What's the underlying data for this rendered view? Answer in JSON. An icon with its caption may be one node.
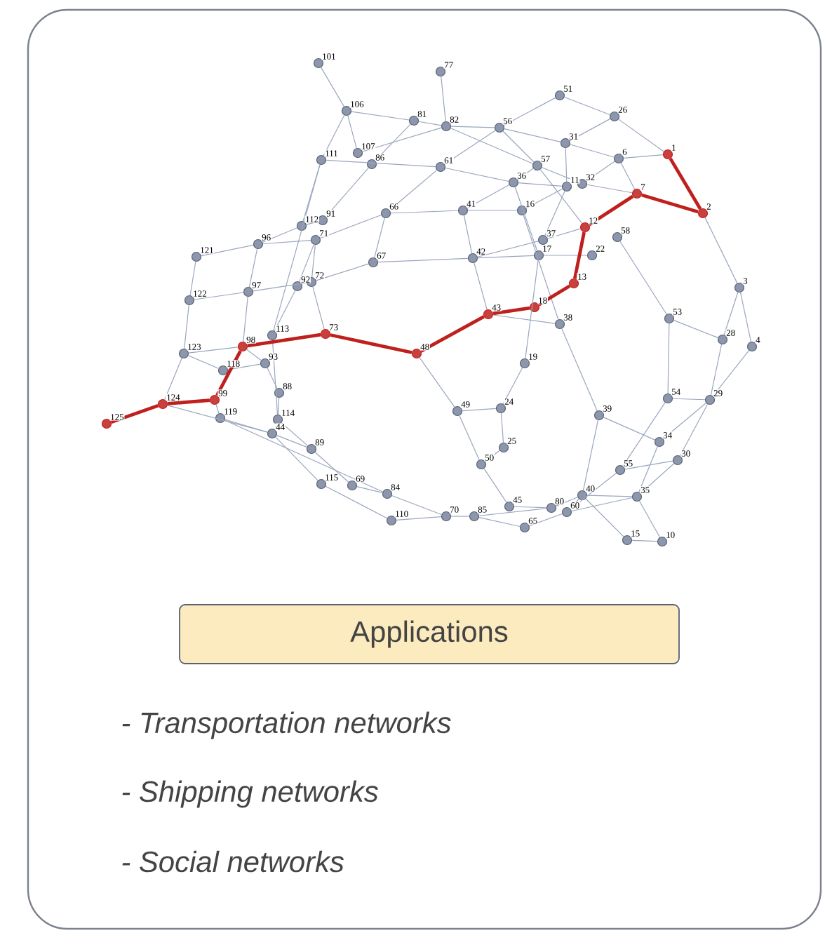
{
  "diagram": {
    "nodes": [
      {
        "text": [],
        "shape": "circle",
        "beside": [
          "1"
        ]
      },
      {
        "text": [],
        "shape": "circle",
        "beside": [
          "2"
        ]
      },
      {
        "text": [],
        "shape": "circle",
        "beside": [
          "3"
        ]
      },
      {
        "text": [],
        "shape": "circle",
        "beside": [
          "4"
        ]
      },
      {
        "text": [],
        "shape": "circle",
        "beside": [
          "6"
        ]
      },
      {
        "text": [],
        "shape": "circle",
        "beside": [
          "7"
        ]
      },
      {
        "text": [],
        "shape": "circle",
        "beside": [
          "10"
        ]
      },
      {
        "text": [],
        "shape": "circle",
        "beside": [
          "11"
        ]
      },
      {
        "text": [],
        "shape": "circle",
        "beside": [
          "12"
        ]
      },
      {
        "text": [],
        "shape": "circle",
        "beside": [
          "13"
        ]
      },
      {
        "text": [],
        "shape": "circle",
        "beside": [
          "15"
        ]
      },
      {
        "text": [],
        "shape": "circle",
        "beside": [
          "16"
        ]
      },
      {
        "text": [],
        "shape": "circle",
        "beside": [
          "17"
        ]
      },
      {
        "text": [],
        "shape": "circle",
        "beside": [
          "18"
        ]
      },
      {
        "text": [],
        "shape": "circle",
        "beside": [
          "19"
        ]
      },
      {
        "text": [],
        "shape": "circle",
        "beside": [
          "22"
        ]
      },
      {
        "text": [],
        "shape": "circle",
        "beside": [
          "24"
        ]
      },
      {
        "text": [],
        "shape": "circle",
        "beside": [
          "25"
        ]
      },
      {
        "text": [],
        "shape": "circle",
        "beside": [
          "26"
        ]
      },
      {
        "text": [],
        "shape": "circle",
        "beside": [
          "28"
        ]
      },
      {
        "text": [],
        "shape": "circle",
        "beside": [
          "29"
        ]
      },
      {
        "text": [],
        "shape": "circle",
        "beside": [
          "30"
        ]
      },
      {
        "text": [],
        "shape": "circle",
        "beside": [
          "31"
        ]
      },
      {
        "text": [],
        "shape": "circle",
        "beside": [
          "32"
        ]
      },
      {
        "text": [],
        "shape": "circle",
        "beside": [
          "34"
        ]
      },
      {
        "text": [],
        "shape": "circle",
        "beside": [
          "35"
        ]
      },
      {
        "text": [],
        "shape": "circle",
        "beside": [
          "36"
        ]
      },
      {
        "text": [],
        "shape": "circle",
        "beside": [
          "37"
        ]
      },
      {
        "text": [],
        "shape": "circle",
        "beside": [
          "38"
        ]
      },
      {
        "text": [],
        "shape": "circle",
        "beside": [
          "39"
        ]
      },
      {
        "text": [],
        "shape": "circle",
        "beside": [
          "40"
        ]
      },
      {
        "text": [],
        "shape": "circle",
        "beside": [
          "41"
        ]
      },
      {
        "text": [],
        "shape": "circle",
        "beside": [
          "42"
        ]
      },
      {
        "text": [],
        "shape": "circle",
        "beside": [
          "43"
        ]
      },
      {
        "text": [],
        "shape": "circle",
        "beside": [
          "44"
        ]
      },
      {
        "text": [],
        "shape": "circle",
        "beside": [
          "45"
        ]
      },
      {
        "text": [],
        "shape": "circle",
        "beside": [
          "48"
        ]
      },
      {
        "text": [],
        "shape": "circle",
        "beside": [
          "49"
        ]
      },
      {
        "text": [],
        "shape": "circle",
        "beside": [
          "50"
        ]
      },
      {
        "text": [],
        "shape": "circle",
        "beside": [
          "51"
        ]
      },
      {
        "text": [],
        "shape": "circle",
        "beside": [
          "53"
        ]
      },
      {
        "text": [],
        "shape": "circle",
        "beside": [
          "54"
        ]
      },
      {
        "text": [],
        "shape": "circle",
        "beside": [
          "55"
        ]
      },
      {
        "text": [],
        "shape": "circle",
        "beside": [
          "56"
        ]
      },
      {
        "text": [],
        "shape": "circle",
        "beside": [
          "57"
        ]
      },
      {
        "text": [],
        "shape": "circle",
        "beside": [
          "58"
        ]
      },
      {
        "text": [],
        "shape": "circle",
        "beside": [
          "60"
        ]
      },
      {
        "text": [],
        "shape": "circle",
        "beside": [
          "61"
        ]
      },
      {
        "text": [],
        "shape": "circle",
        "beside": [
          "65"
        ]
      },
      {
        "text": [],
        "shape": "circle",
        "beside": [
          "66"
        ]
      },
      {
        "text": [],
        "shape": "circle",
        "beside": [
          "67"
        ]
      },
      {
        "text": [],
        "shape": "circle",
        "beside": [
          "69"
        ]
      },
      {
        "text": [],
        "shape": "circle",
        "beside": [
          "70"
        ]
      },
      {
        "text": [],
        "shape": "circle",
        "beside": [
          "71"
        ]
      },
      {
        "text": [],
        "shape": "circle",
        "beside": [
          "72"
        ]
      },
      {
        "text": [],
        "shape": "circle",
        "beside": [
          "73"
        ]
      },
      {
        "text": [],
        "shape": "circle",
        "beside": [
          "77"
        ]
      },
      {
        "text": [],
        "shape": "circle",
        "beside": [
          "80"
        ]
      },
      {
        "text": [],
        "shape": "circle",
        "beside": [
          "81"
        ]
      },
      {
        "text": [],
        "shape": "circle",
        "beside": [
          "82"
        ]
      },
      {
        "text": [],
        "shape": "circle",
        "beside": [
          "84"
        ]
      },
      {
        "text": [],
        "shape": "circle",
        "beside": [
          "85"
        ]
      },
      {
        "text": [],
        "shape": "circle",
        "beside": [
          "86"
        ]
      },
      {
        "text": [],
        "shape": "circle",
        "beside": [
          "88"
        ]
      },
      {
        "text": [],
        "shape": "circle",
        "beside": [
          "89"
        ]
      },
      {
        "text": [],
        "shape": "circle",
        "beside": [
          "91"
        ]
      },
      {
        "text": [],
        "shape": "circle",
        "beside": [
          "92"
        ]
      },
      {
        "text": [],
        "shape": "circle",
        "beside": [
          "93"
        ]
      },
      {
        "text": [],
        "shape": "circle",
        "beside": [
          "96"
        ]
      },
      {
        "text": [],
        "shape": "circle",
        "beside": [
          "97"
        ]
      },
      {
        "text": [],
        "shape": "circle",
        "beside": [
          "98"
        ]
      },
      {
        "text": [],
        "shape": "circle",
        "beside": [
          "99"
        ]
      },
      {
        "text": [],
        "shape": "circle",
        "beside": [
          "101"
        ]
      },
      {
        "text": [],
        "shape": "circle",
        "beside": [
          "106"
        ]
      },
      {
        "text": [],
        "shape": "circle",
        "beside": [
          "107"
        ]
      },
      {
        "text": [],
        "shape": "circle",
        "beside": [
          "110"
        ]
      },
      {
        "text": [],
        "shape": "circle",
        "beside": [
          "111"
        ]
      },
      {
        "text": [],
        "shape": "circle",
        "beside": [
          "112"
        ]
      },
      {
        "text": [],
        "shape": "circle",
        "beside": [
          "113"
        ]
      },
      {
        "text": [],
        "shape": "circle",
        "beside": [
          "114"
        ]
      },
      {
        "text": [],
        "shape": "circle",
        "beside": [
          "115"
        ]
      },
      {
        "text": [],
        "shape": "circle",
        "beside": [
          "118"
        ]
      },
      {
        "text": [],
        "shape": "circle",
        "beside": [
          "119"
        ]
      },
      {
        "text": [],
        "shape": "circle",
        "beside": [
          "121"
        ]
      },
      {
        "text": [],
        "shape": "circle",
        "beside": [
          "122"
        ]
      },
      {
        "text": [],
        "shape": "circle",
        "beside": [
          "123"
        ]
      },
      {
        "text": [],
        "shape": "circle",
        "beside": [
          "124"
        ]
      },
      {
        "text": [],
        "shape": "circle",
        "beside": [
          "125"
        ]
      },
      {
        "text": [
          "Applications"
        ]
      }
    ],
    "edges": [
      {
        "from": 87,
        "to": 86,
        "arrow": "none",
        "style": "thick",
        "color": "#c0201d"
      },
      {
        "from": 86,
        "to": 71,
        "arrow": "none",
        "style": "thick",
        "color": "#c0201d"
      },
      {
        "from": 71,
        "to": 70,
        "arrow": "none",
        "style": "thick",
        "color": "#c0201d"
      },
      {
        "from": 70,
        "to": 55,
        "arrow": "none",
        "style": "thick",
        "color": "#c0201d"
      },
      {
        "from": 55,
        "to": 36,
        "arrow": "none",
        "style": "thick",
        "color": "#c0201d"
      },
      {
        "from": 36,
        "to": 33,
        "arrow": "none",
        "style": "thick",
        "color": "#c0201d"
      },
      {
        "from": 33,
        "to": 13,
        "arrow": "none",
        "style": "thick",
        "color": "#c0201d"
      },
      {
        "from": 13,
        "to": 9,
        "arrow": "none",
        "style": "thick",
        "color": "#c0201d"
      },
      {
        "from": 9,
        "to": 8,
        "arrow": "none",
        "style": "thick",
        "color": "#c0201d"
      },
      {
        "from": 8,
        "to": 5,
        "arrow": "none",
        "style": "thick",
        "color": "#c0201d"
      },
      {
        "from": 5,
        "to": 1,
        "arrow": "none",
        "style": "thick",
        "color": "#c0201d"
      },
      {
        "from": 1,
        "to": 0,
        "arrow": "none",
        "style": "thick",
        "color": "#c0201d"
      },
      {
        "from": 72,
        "to": 73,
        "arrow": "none"
      },
      {
        "from": 73,
        "to": 58,
        "arrow": "none"
      },
      {
        "from": 73,
        "to": 76,
        "arrow": "none"
      },
      {
        "from": 73,
        "to": 74,
        "arrow": "none"
      },
      {
        "from": 58,
        "to": 59,
        "arrow": "none"
      },
      {
        "from": 59,
        "to": 56,
        "arrow": "none"
      },
      {
        "from": 59,
        "to": 43,
        "arrow": "none"
      },
      {
        "from": 59,
        "to": 44,
        "arrow": "none"
      },
      {
        "from": 58,
        "to": 62,
        "arrow": "none"
      },
      {
        "from": 74,
        "to": 59,
        "arrow": "none"
      },
      {
        "from": 76,
        "to": 47,
        "arrow": "none"
      },
      {
        "from": 62,
        "to": 65,
        "arrow": "none"
      },
      {
        "from": 76,
        "to": 77,
        "arrow": "none"
      },
      {
        "from": 76,
        "to": 78,
        "arrow": "none"
      },
      {
        "from": 43,
        "to": 39,
        "arrow": "none"
      },
      {
        "from": 39,
        "to": 18,
        "arrow": "none"
      },
      {
        "from": 18,
        "to": 0,
        "arrow": "none"
      },
      {
        "from": 18,
        "to": 22,
        "arrow": "none"
      },
      {
        "from": 43,
        "to": 47,
        "arrow": "none"
      },
      {
        "from": 47,
        "to": 49,
        "arrow": "none"
      },
      {
        "from": 43,
        "to": 22,
        "arrow": "none"
      },
      {
        "from": 22,
        "to": 4,
        "arrow": "none"
      },
      {
        "from": 4,
        "to": 0,
        "arrow": "none"
      },
      {
        "from": 4,
        "to": 5,
        "arrow": "none"
      },
      {
        "from": 4,
        "to": 23,
        "arrow": "none"
      },
      {
        "from": 22,
        "to": 7,
        "arrow": "none"
      },
      {
        "from": 44,
        "to": 26,
        "arrow": "none"
      },
      {
        "from": 43,
        "to": 44,
        "arrow": "none"
      },
      {
        "from": 44,
        "to": 23,
        "arrow": "none"
      },
      {
        "from": 23,
        "to": 5,
        "arrow": "none"
      },
      {
        "from": 44,
        "to": 8,
        "arrow": "none"
      },
      {
        "from": 26,
        "to": 31,
        "arrow": "none"
      },
      {
        "from": 26,
        "to": 7,
        "arrow": "none"
      },
      {
        "from": 26,
        "to": 12,
        "arrow": "none"
      },
      {
        "from": 31,
        "to": 11,
        "arrow": "none"
      },
      {
        "from": 11,
        "to": 7,
        "arrow": "none"
      },
      {
        "from": 7,
        "to": 27,
        "arrow": "none"
      },
      {
        "from": 27,
        "to": 32,
        "arrow": "none"
      },
      {
        "from": 32,
        "to": 12,
        "arrow": "none"
      },
      {
        "from": 12,
        "to": 15,
        "arrow": "none"
      },
      {
        "from": 31,
        "to": 32,
        "arrow": "none"
      },
      {
        "from": 32,
        "to": 33,
        "arrow": "none"
      },
      {
        "from": 12,
        "to": 14,
        "arrow": "none"
      },
      {
        "from": 11,
        "to": 28,
        "arrow": "none"
      },
      {
        "from": 45,
        "to": 40,
        "arrow": "none"
      },
      {
        "from": 40,
        "to": 19,
        "arrow": "none"
      },
      {
        "from": 40,
        "to": 41,
        "arrow": "none"
      },
      {
        "from": 2,
        "to": 1,
        "arrow": "none"
      },
      {
        "from": 2,
        "to": 19,
        "arrow": "none"
      },
      {
        "from": 2,
        "to": 3,
        "arrow": "none"
      },
      {
        "from": 3,
        "to": 20,
        "arrow": "none"
      },
      {
        "from": 19,
        "to": 20,
        "arrow": "none"
      },
      {
        "from": 20,
        "to": 41,
        "arrow": "none"
      },
      {
        "from": 20,
        "to": 24,
        "arrow": "none"
      },
      {
        "from": 20,
        "to": 21,
        "arrow": "none"
      },
      {
        "from": 41,
        "to": 42,
        "arrow": "none"
      },
      {
        "from": 24,
        "to": 29,
        "arrow": "none"
      },
      {
        "from": 28,
        "to": 29,
        "arrow": "none"
      },
      {
        "from": 29,
        "to": 30,
        "arrow": "none"
      },
      {
        "from": 24,
        "to": 25,
        "arrow": "none"
      },
      {
        "from": 21,
        "to": 25,
        "arrow": "none"
      },
      {
        "from": 21,
        "to": 42,
        "arrow": "none"
      },
      {
        "from": 42,
        "to": 46,
        "arrow": "none"
      },
      {
        "from": 30,
        "to": 25,
        "arrow": "none"
      },
      {
        "from": 30,
        "to": 10,
        "arrow": "none"
      },
      {
        "from": 10,
        "to": 6,
        "arrow": "none"
      },
      {
        "from": 6,
        "to": 25,
        "arrow": "none"
      },
      {
        "from": 30,
        "to": 57,
        "arrow": "none"
      },
      {
        "from": 57,
        "to": 35,
        "arrow": "none"
      },
      {
        "from": 35,
        "to": 38,
        "arrow": "none"
      },
      {
        "from": 38,
        "to": 37,
        "arrow": "none"
      },
      {
        "from": 37,
        "to": 36,
        "arrow": "none"
      },
      {
        "from": 37,
        "to": 16,
        "arrow": "none"
      },
      {
        "from": 16,
        "to": 14,
        "arrow": "none"
      },
      {
        "from": 16,
        "to": 17,
        "arrow": "none"
      },
      {
        "from": 38,
        "to": 17,
        "arrow": "none"
      },
      {
        "from": 28,
        "to": 33,
        "arrow": "none"
      },
      {
        "from": 27,
        "to": 8,
        "arrow": "none"
      },
      {
        "from": 52,
        "to": 61,
        "arrow": "none"
      },
      {
        "from": 61,
        "to": 48,
        "arrow": "none"
      },
      {
        "from": 48,
        "to": 46,
        "arrow": "none"
      },
      {
        "from": 46,
        "to": 30,
        "arrow": "none"
      },
      {
        "from": 61,
        "to": 57,
        "arrow": "none"
      },
      {
        "from": 46,
        "to": 25,
        "arrow": "none"
      },
      {
        "from": 52,
        "to": 75,
        "arrow": "none"
      },
      {
        "from": 75,
        "to": 80,
        "arrow": "none"
      },
      {
        "from": 60,
        "to": 51,
        "arrow": "none"
      },
      {
        "from": 51,
        "to": 64,
        "arrow": "none"
      },
      {
        "from": 60,
        "to": 52,
        "arrow": "none"
      },
      {
        "from": 64,
        "to": 79,
        "arrow": "none"
      },
      {
        "from": 79,
        "to": 63,
        "arrow": "none"
      },
      {
        "from": 63,
        "to": 67,
        "arrow": "none"
      },
      {
        "from": 67,
        "to": 70,
        "arrow": "none"
      },
      {
        "from": 81,
        "to": 67,
        "arrow": "none"
      },
      {
        "from": 81,
        "to": 85,
        "arrow": "none"
      },
      {
        "from": 85,
        "to": 84,
        "arrow": "none"
      },
      {
        "from": 85,
        "to": 86,
        "arrow": "none"
      },
      {
        "from": 85,
        "to": 70,
        "arrow": "none"
      },
      {
        "from": 84,
        "to": 83,
        "arrow": "none"
      },
      {
        "from": 83,
        "to": 68,
        "arrow": "none"
      },
      {
        "from": 68,
        "to": 69,
        "arrow": "none"
      },
      {
        "from": 69,
        "to": 84,
        "arrow": "none"
      },
      {
        "from": 69,
        "to": 70,
        "arrow": "none"
      },
      {
        "from": 69,
        "to": 54,
        "arrow": "none"
      },
      {
        "from": 68,
        "to": 77,
        "arrow": "none"
      },
      {
        "from": 77,
        "to": 65,
        "arrow": "none"
      },
      {
        "from": 53,
        "to": 49,
        "arrow": "none"
      },
      {
        "from": 53,
        "to": 54,
        "arrow": "none"
      },
      {
        "from": 68,
        "to": 53,
        "arrow": "none"
      },
      {
        "from": 53,
        "to": 66,
        "arrow": "none"
      },
      {
        "from": 49,
        "to": 50,
        "arrow": "none"
      },
      {
        "from": 50,
        "to": 54,
        "arrow": "none"
      },
      {
        "from": 50,
        "to": 32,
        "arrow": "none"
      },
      {
        "from": 49,
        "to": 31,
        "arrow": "none"
      },
      {
        "from": 54,
        "to": 55,
        "arrow": "none"
      },
      {
        "from": 66,
        "to": 78,
        "arrow": "none"
      },
      {
        "from": 78,
        "to": 79,
        "arrow": "none"
      },
      {
        "from": 71,
        "to": 82,
        "arrow": "none"
      },
      {
        "from": 82,
        "to": 34,
        "arrow": "none"
      },
      {
        "from": 86,
        "to": 34,
        "arrow": "none"
      },
      {
        "from": 34,
        "to": 80,
        "arrow": "none"
      },
      {
        "from": 34,
        "to": 64,
        "arrow": "none"
      },
      {
        "from": 82,
        "to": 60,
        "arrow": "none"
      },
      {
        "from": 47,
        "to": 26,
        "arrow": "none"
      }
    ],
    "labels": [
      "- Transportation networks",
      "- Shipping networks",
      "- Social networks"
    ]
  }
}
